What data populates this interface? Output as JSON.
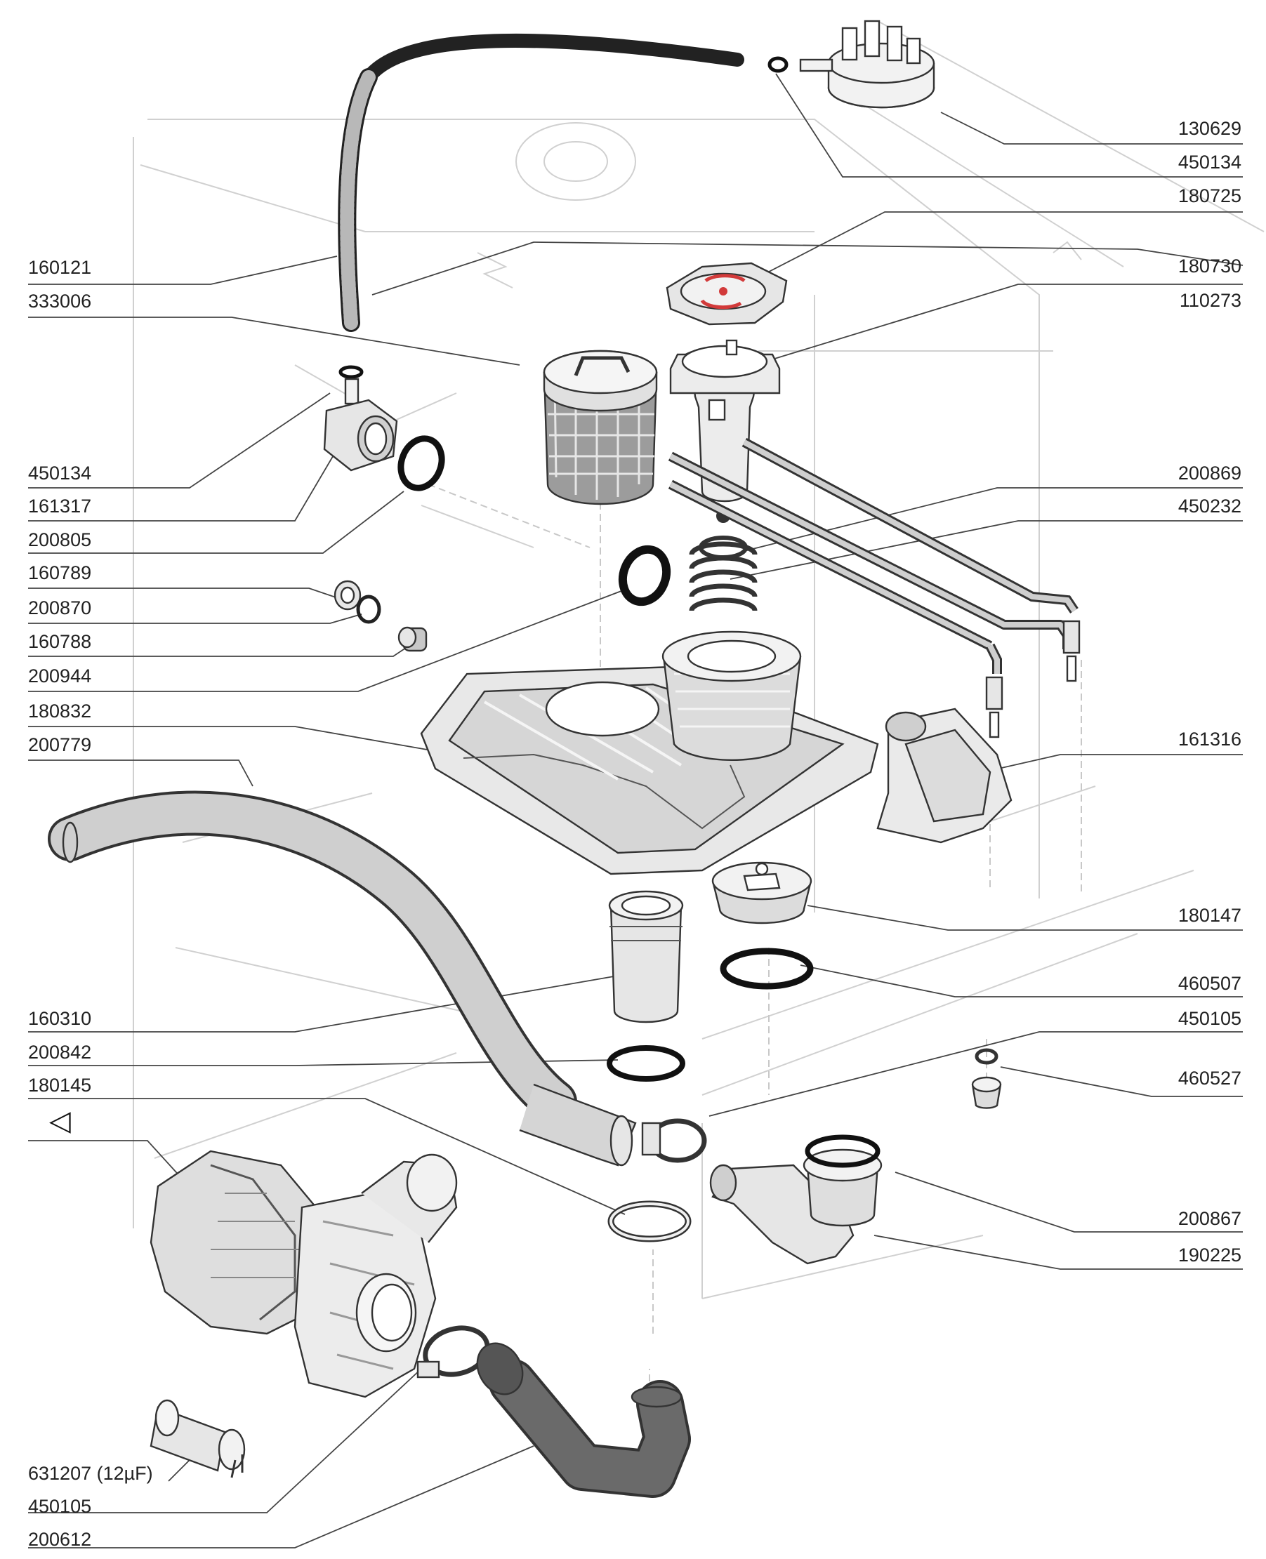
{
  "colors": {
    "background": "#ffffff",
    "line": "#333333",
    "ghost_line": "#d0d0d0",
    "part_light": "#f2f2f2",
    "part_mid": "#d9d9d9",
    "part_dark": "#6a6a6a",
    "accent_red": "#d23a3a"
  },
  "warning_symbol": "◁",
  "labels_left": [
    {
      "id": "160121",
      "text": "160121"
    },
    {
      "id": "333006",
      "text": "333006"
    },
    {
      "id": "450134b",
      "text": "450134"
    },
    {
      "id": "161317",
      "text": "161317"
    },
    {
      "id": "200805",
      "text": "200805"
    },
    {
      "id": "160789",
      "text": "160789"
    },
    {
      "id": "200870",
      "text": "200870"
    },
    {
      "id": "160788",
      "text": "160788"
    },
    {
      "id": "200944",
      "text": "200944"
    },
    {
      "id": "180832",
      "text": "180832"
    },
    {
      "id": "200779",
      "text": "200779"
    },
    {
      "id": "160310",
      "text": "160310"
    },
    {
      "id": "200842",
      "text": "200842"
    },
    {
      "id": "180145",
      "text": "180145"
    },
    {
      "id": "631207",
      "text": "631207 (12µF)"
    },
    {
      "id": "450105b",
      "text": "450105"
    },
    {
      "id": "200612",
      "text": "200612"
    }
  ],
  "labels_right": [
    {
      "id": "130629",
      "text": "130629"
    },
    {
      "id": "450134a",
      "text": "450134"
    },
    {
      "id": "180725",
      "text": "180725"
    },
    {
      "id": "180730",
      "text": "180730"
    },
    {
      "id": "110273",
      "text": "110273"
    },
    {
      "id": "200869",
      "text": "200869"
    },
    {
      "id": "450232",
      "text": "450232"
    },
    {
      "id": "161316",
      "text": "161316"
    },
    {
      "id": "180147",
      "text": "180147"
    },
    {
      "id": "460507",
      "text": "460507"
    },
    {
      "id": "450105a",
      "text": "450105"
    },
    {
      "id": "460527",
      "text": "460527"
    },
    {
      "id": "200867",
      "text": "200867"
    },
    {
      "id": "190225",
      "text": "190225"
    }
  ]
}
